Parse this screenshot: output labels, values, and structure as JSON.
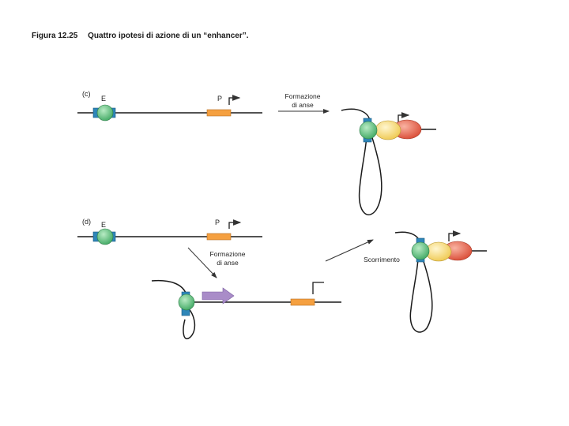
{
  "caption": {
    "title": "Figura 12.25",
    "text": "Quattro ipotesi di azione di un “enhancer”."
  },
  "panel_c": {
    "tag": "(c)",
    "enhancer_label": "E",
    "promoter_label": "P",
    "arrow_label_line1": "Formazione",
    "arrow_label_line2": "di anse"
  },
  "panel_d": {
    "tag": "(d)",
    "enhancer_label": "E",
    "promoter_label": "P",
    "arrow1_label_line1": "Formazione",
    "arrow1_label_line2": "di anse",
    "arrow2_label": "Scorrimento"
  },
  "colors": {
    "dna": "#1a1a1a",
    "enhancer_site": "#2e86b8",
    "green_protein": "#5cbf7a",
    "yellow_protein": "#f6dc7a",
    "red_protein": "#e8604d",
    "promoter": "#f5a040",
    "slide_arrow": "#a98cc8"
  }
}
